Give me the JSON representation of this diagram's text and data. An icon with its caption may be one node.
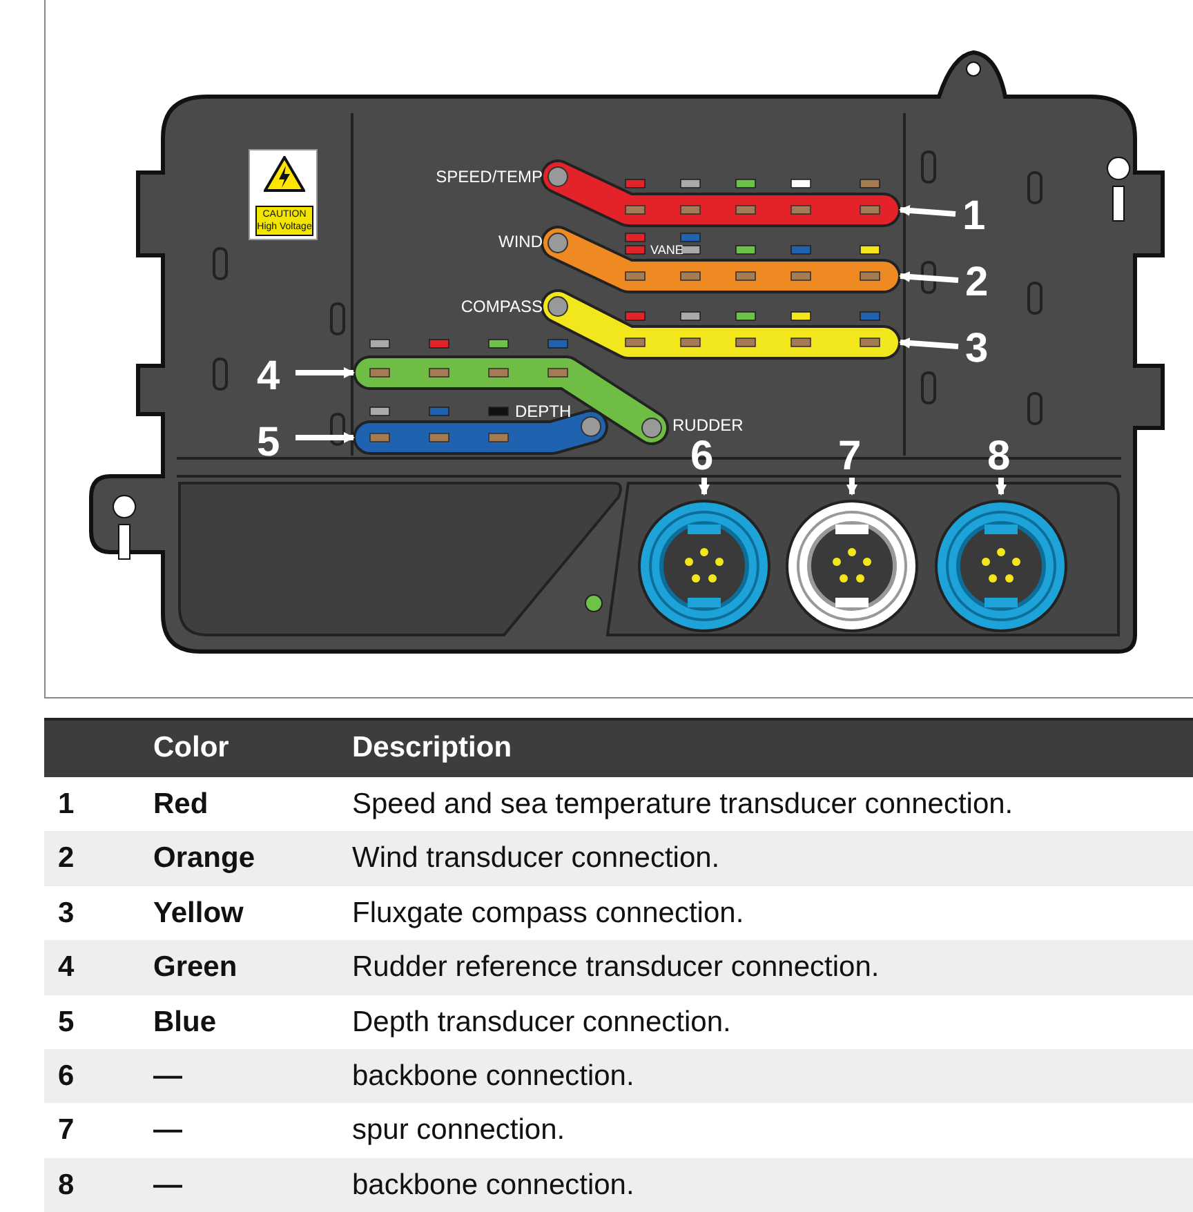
{
  "diagram": {
    "nodes": [
      {
        "text": [
          "1"
        ]
      },
      {
        "text": [
          "2"
        ]
      },
      {
        "text": [
          "3"
        ]
      },
      {
        "text": [
          "4"
        ]
      },
      {
        "text": [
          "5"
        ]
      },
      {
        "text": [
          "6"
        ]
      },
      {
        "text": [
          "7"
        ]
      },
      {
        "text": [
          "8"
        ]
      },
      {
        "text": [],
        "shape": "bar"
      },
      {
        "text": [],
        "shape": "bar"
      },
      {
        "text": [],
        "shape": "bar"
      },
      {
        "text": [],
        "shape": "bar"
      },
      {
        "text": [],
        "shape": "bar"
      },
      {
        "text": [],
        "shape": "circle"
      },
      {
        "text": [],
        "shape": "circle"
      },
      {
        "text": [],
        "shape": "circle"
      }
    ],
    "edges": [
      {
        "from": 0,
        "to": 8,
        "arrow": "to"
      },
      {
        "from": 1,
        "to": 9,
        "arrow": "to"
      },
      {
        "from": 2,
        "to": 10,
        "arrow": "to"
      },
      {
        "from": 3,
        "to": 11,
        "arrow": "to"
      },
      {
        "from": 4,
        "to": 12,
        "arrow": "to"
      },
      {
        "from": 5,
        "to": 13,
        "arrow": "to"
      },
      {
        "from": 6,
        "to": 14,
        "arrow": "to"
      },
      {
        "from": 7,
        "to": 15,
        "arrow": "to"
      }
    ],
    "labels": [
      "CAUTION",
      "High Voltage",
      "SPEED/TEMP",
      "WIND",
      "VANE",
      "COMPASS",
      "DEPTH",
      "RUDDER",
      "Color",
      "Description",
      "1",
      "Red",
      "Speed and sea temperature transducer connection.",
      "2",
      "Orange",
      "Wind transducer connection.",
      "3",
      "Yellow",
      "Fluxgate compass connection.",
      "4",
      "Green",
      "Rudder reference transducer connection.",
      "5",
      "Blue",
      "Depth transducer connection.",
      "6",
      "—",
      "backbone connection.",
      "7",
      "—",
      "spur connection.",
      "8",
      "—",
      "backbone connection."
    ]
  }
}
